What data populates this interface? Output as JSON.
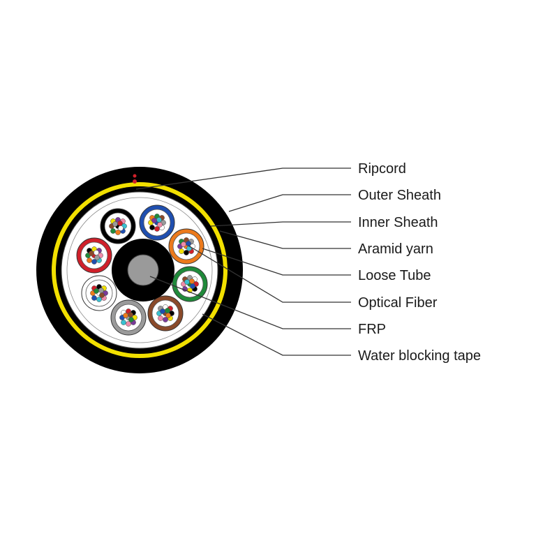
{
  "diagram": {
    "labels": [
      "Ripcord",
      "Outer Sheath",
      "Inner Sheath",
      "Aramid yarn",
      "Loose Tube",
      "Optical Fiber",
      "FRP",
      "Water blocking tape"
    ]
  },
  "colors": {
    "outer_sheath": "#000000",
    "aramid_yarn": "#f2e000",
    "ripcord": "#d0202a",
    "frp": "#9a9a9a",
    "tube_colors": [
      "#1f4fb0",
      "#ec7a1c",
      "#1f8a3a",
      "#8a4a2a",
      "#9a9a9a",
      "#ffffff",
      "#d0202a",
      "#000000"
    ],
    "fiber_colors": [
      "#1f4fb0",
      "#ec7a1c",
      "#1f8a3a",
      "#8a4a2a",
      "#9a9a9a",
      "#ffffff",
      "#d0202a",
      "#000000",
      "#f2e000",
      "#7a3a9a",
      "#f08aa8",
      "#3ac0d0"
    ]
  }
}
